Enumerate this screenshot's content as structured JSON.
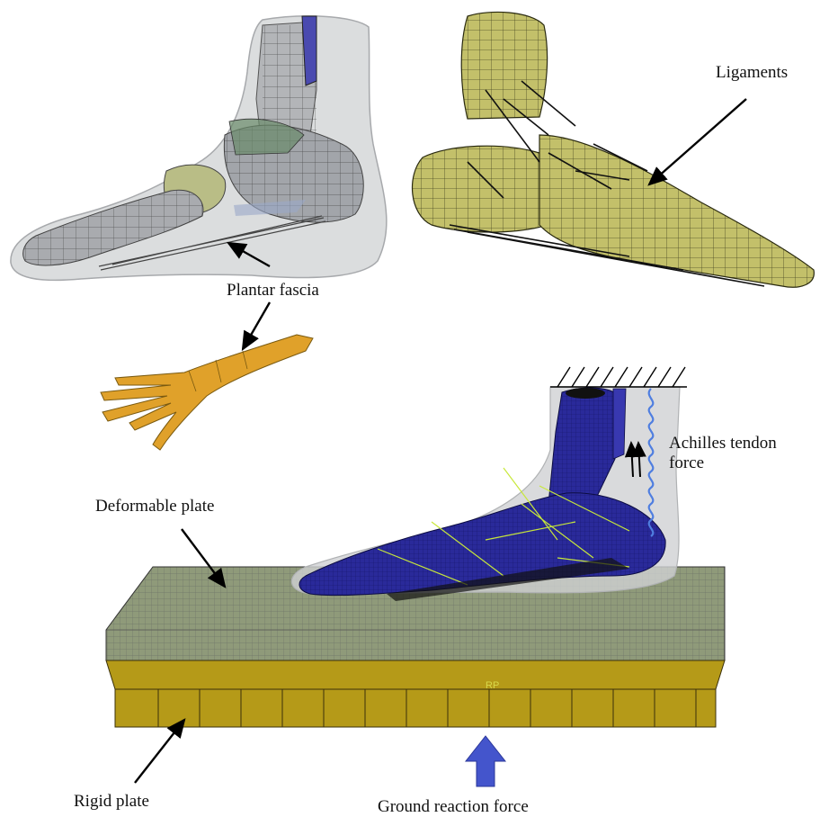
{
  "labels": {
    "ligaments": "Ligaments",
    "plantar_fascia": "Plantar fascia",
    "achilles_tendon_force": "Achilles tendon force",
    "deformable_plate": "Deformable plate",
    "rigid_plate": "Rigid plate",
    "ground_reaction_force": "Ground reaction force",
    "rp_marker": "RP"
  },
  "colors": {
    "bone_gray": "#a8aab0",
    "bone_olive": "#c3c06a",
    "bone_blue": "#2a2a9a",
    "soft_tissue": "#cfd1d3",
    "fascia_orange": "#e0a12a",
    "deformable_plate": "#8f9a7a",
    "rigid_plate": "#b59a18",
    "force_arrow": "#4455cc",
    "spring": "#4f7ee0",
    "ligament_lines": "#c8e83a"
  }
}
